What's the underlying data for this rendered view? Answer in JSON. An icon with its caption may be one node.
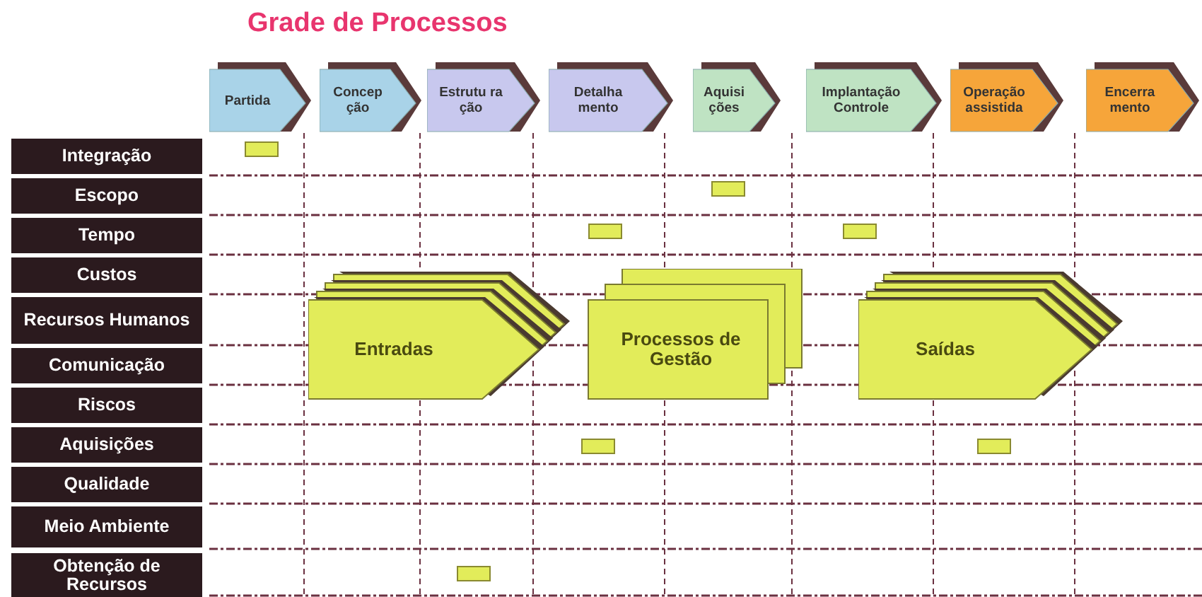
{
  "diagram": {
    "title": "Grade de Processos",
    "nodes": [
      {
        "text": [
          "Partida"
        ]
      },
      {
        "text": [
          "Concep ção"
        ]
      },
      {
        "text": [
          "Estrutu ra ção"
        ]
      },
      {
        "text": [
          "Detalha mento"
        ]
      },
      {
        "text": [
          "Aquisi ções"
        ]
      },
      {
        "text": [
          "Implantação Controle"
        ]
      },
      {
        "text": [
          "Operação assistida"
        ]
      },
      {
        "text": [
          "Encerra mento"
        ]
      },
      {
        "text": [
          "Integração"
        ]
      },
      {
        "text": [
          "Escopo"
        ]
      },
      {
        "text": [
          "Tempo"
        ]
      },
      {
        "text": [
          "Custos"
        ]
      },
      {
        "text": [
          "Recursos Humanos"
        ]
      },
      {
        "text": [
          "Comunicação"
        ]
      },
      {
        "text": [
          "Riscos"
        ]
      },
      {
        "text": [
          "Aquisições"
        ]
      },
      {
        "text": [
          "Qualidade"
        ]
      },
      {
        "text": [
          "Meio Ambiente"
        ]
      },
      {
        "text": [
          "Obtenção de Recursos"
        ]
      },
      {
        "text": [
          "Entradas"
        ]
      },
      {
        "text": [
          "Processos de Gestão"
        ]
      },
      {
        "text": [
          "Saídas"
        ]
      },
      {
        "text": [],
        "shape": "bar"
      },
      {
        "text": [],
        "shape": "bar"
      },
      {
        "text": [],
        "shape": "bar"
      },
      {
        "text": [],
        "shape": "bar"
      },
      {
        "text": [],
        "shape": "bar"
      },
      {
        "text": [],
        "shape": "bar"
      },
      {
        "text": [],
        "shape": "bar"
      }
    ]
  }
}
